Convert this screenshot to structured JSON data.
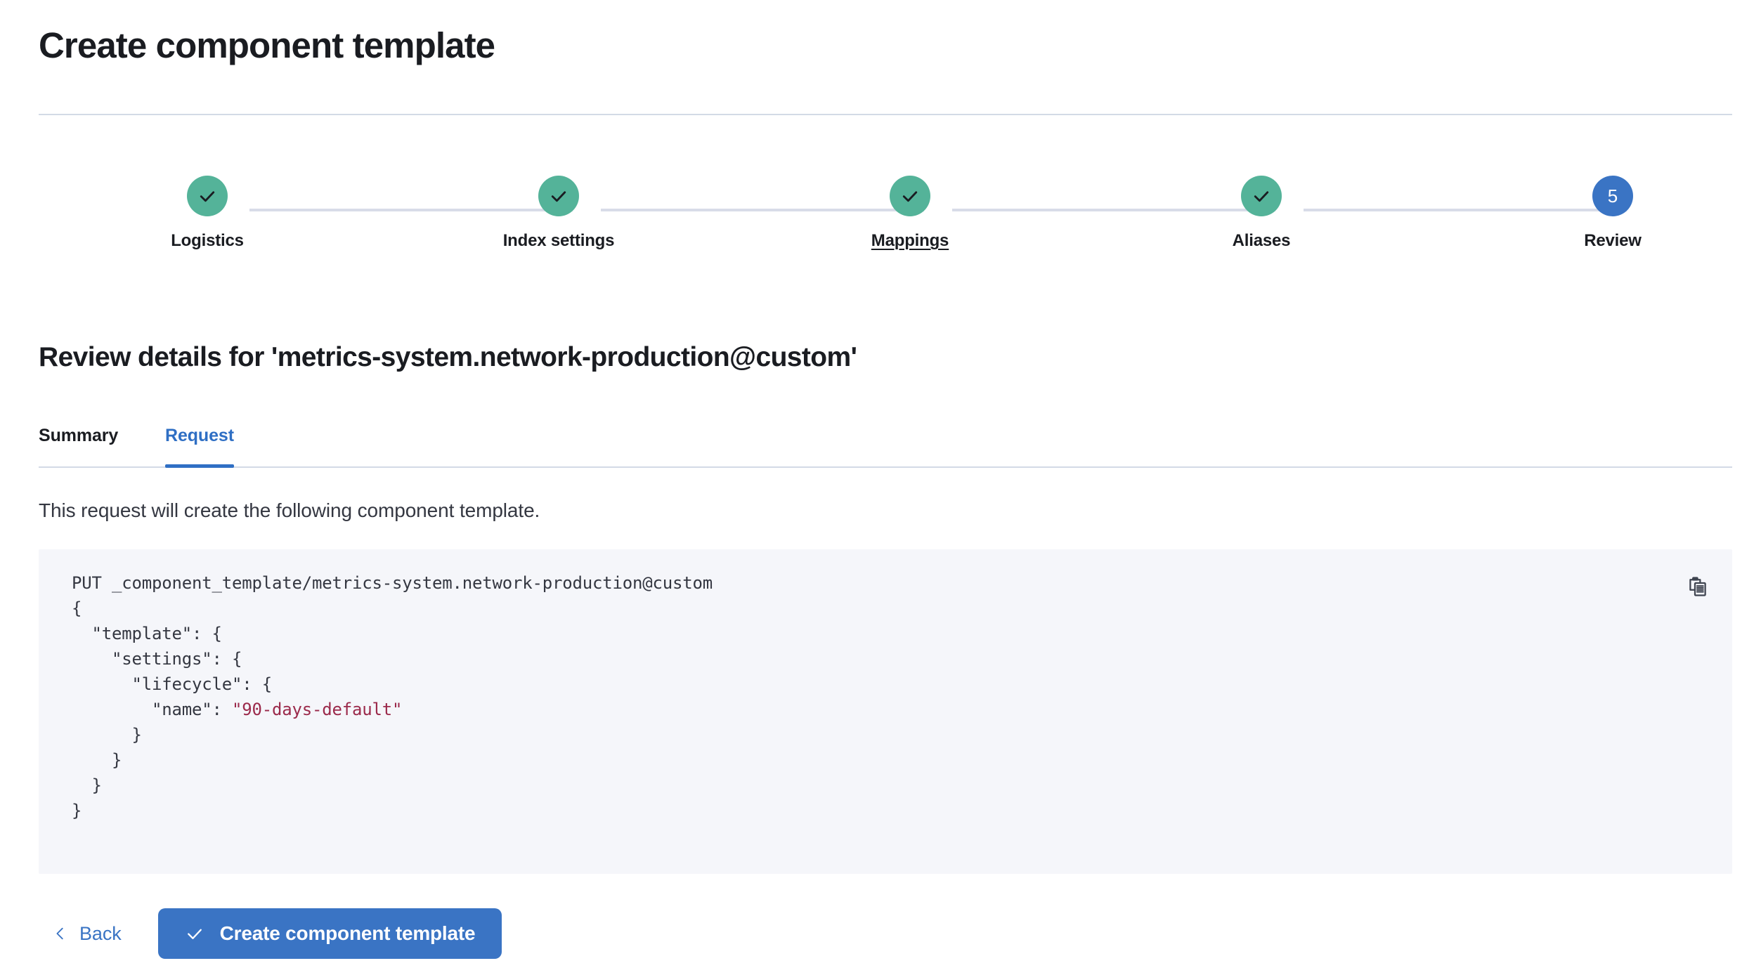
{
  "header": {
    "title": "Create component template"
  },
  "stepper": {
    "steps": [
      {
        "label": "Logistics",
        "state": "done",
        "icon": "check-icon",
        "number": "1",
        "linked": false
      },
      {
        "label": "Index settings",
        "state": "done",
        "icon": "check-icon",
        "number": "2",
        "linked": false
      },
      {
        "label": "Mappings",
        "state": "done",
        "icon": "check-icon",
        "number": "3",
        "linked": true
      },
      {
        "label": "Aliases",
        "state": "done",
        "icon": "check-icon",
        "number": "4",
        "linked": false
      },
      {
        "label": "Review",
        "state": "current",
        "icon": "",
        "number": "5",
        "linked": false
      }
    ],
    "done_color": "#54b399",
    "current_color": "#3a74c4",
    "connector_color": "#d8dce8"
  },
  "review": {
    "heading": "Review details for 'metrics-system.network-production@custom'",
    "template_name": "metrics-system.network-production@custom"
  },
  "tabs": {
    "items": [
      {
        "label": "Summary",
        "active": false
      },
      {
        "label": "Request",
        "active": true
      }
    ],
    "active_color": "#2f6fc4"
  },
  "request_panel": {
    "description": "This request will create the following component template.",
    "copy_icon": "copy-clipboard-icon",
    "code": {
      "method_line": "PUT _component_template/metrics-system.network-production@custom",
      "lines": [
        "{",
        "  \"template\": {",
        "    \"settings\": {",
        "      \"lifecycle\": {",
        "        \"name\": ",
        "      }",
        "    }",
        "  }",
        "}"
      ],
      "string_value": "\"90-days-default\"",
      "string_color": "#9b2a4b",
      "background": "#f5f6fa"
    }
  },
  "footer": {
    "back_label": "Back",
    "back_icon": "chevron-left-icon",
    "create_label": "Create component template",
    "create_icon": "check-icon",
    "primary_color": "#3a74c4"
  }
}
